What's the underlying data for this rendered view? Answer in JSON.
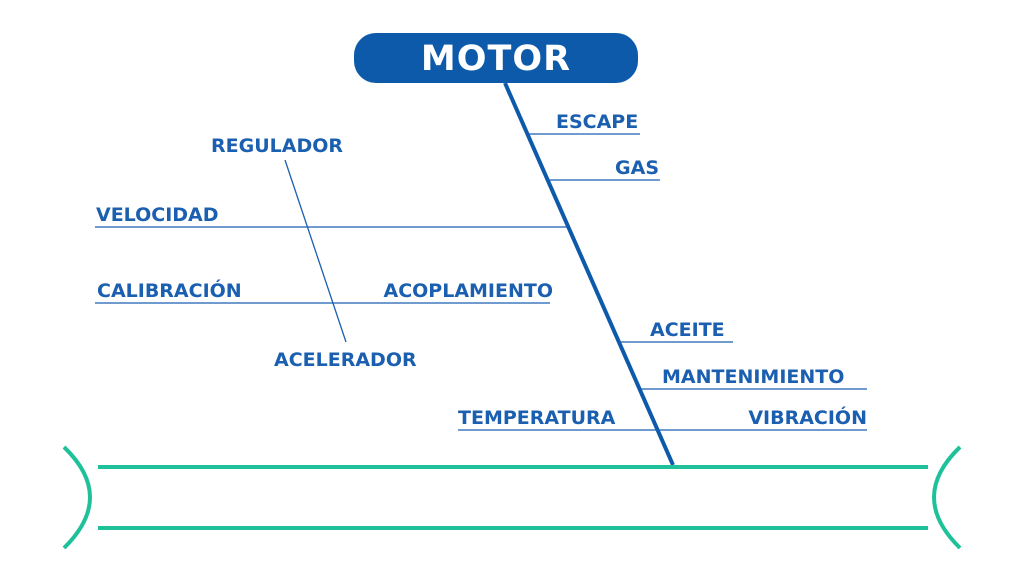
{
  "diagram": {
    "title": "MOTOR",
    "labels": {
      "escape": "ESCAPE",
      "gas": "GAS",
      "regulador": "REGULADOR",
      "velocidad": "VELOCIDAD",
      "calibracion": "CALIBRACIÓN",
      "acoplamiento": "ACOPLAMIENTO",
      "aceite": "ACEITE",
      "acelerador": "ACELERADOR",
      "mantenimiento": "MANTENIMIENTO",
      "temperatura": "TEMPERATURA",
      "vibracion": "VIBRACIÓN"
    },
    "colors": {
      "primary": "#0d5aab",
      "text": "#1b5fb0",
      "base": "#1ec19a"
    }
  }
}
